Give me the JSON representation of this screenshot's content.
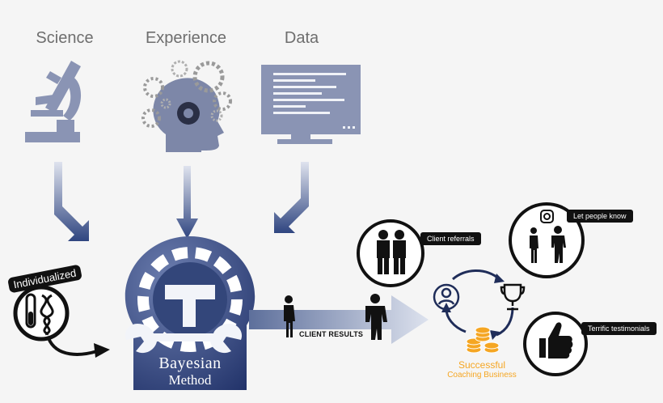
{
  "inputs": {
    "science": "Science",
    "experience": "Experience",
    "data": "Data"
  },
  "tags": {
    "individualized": "Individualized"
  },
  "method": {
    "line1": "Bayesian",
    "line2": "Method"
  },
  "flow": {
    "client_results": "CLIENT RESULTS"
  },
  "cycle": {
    "client_referrals": "Client referrals",
    "let_people_know": "Let people know",
    "terrific_testimonials": "Terrific testimonials",
    "success_line1": "Successful",
    "success_line2": "Coaching Business"
  },
  "icons": {
    "science": "microscope-icon",
    "experience": "head-gears-icon",
    "data": "monitor-icon",
    "dna": "dna-test-tube-icon",
    "method": "gear-wrench-hammer-icon",
    "referrals": "two-people-icon",
    "social": "instagram-people-icon",
    "testimonials": "thumbs-up-icon",
    "trophy": "trophy-icon",
    "user": "user-icon",
    "coins": "coins-icon"
  },
  "colors": {
    "navy": "#33467a",
    "slate": "#7d87a8",
    "gold": "#f5a623",
    "black": "#111111"
  }
}
